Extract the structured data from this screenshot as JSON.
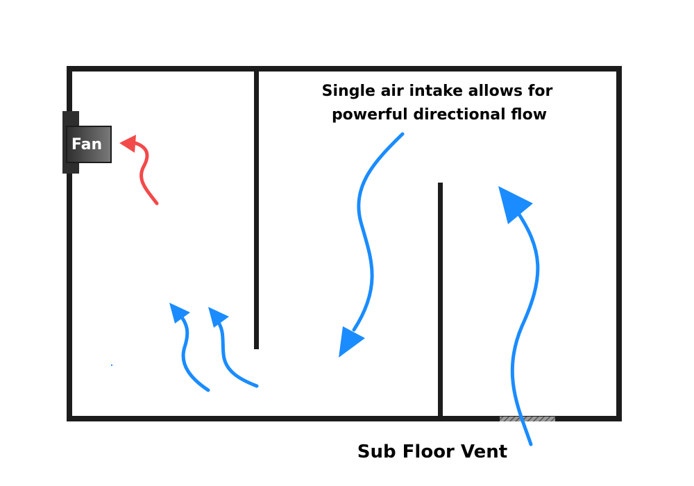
{
  "diagram": {
    "fan_label": "Fan",
    "note_lines": [
      "Single air intake allows for",
      "powerful directional flow"
    ],
    "vent_label": "Sub Floor Vent",
    "colors": {
      "wall": "#1c1c1c",
      "fan_dark": "#2e2e2e",
      "fan_light": "#7a7a7a",
      "intake_flow": "#1a8cff",
      "exhaust_flow": "#f24a4a",
      "vent_hatch": "#6b6b6b"
    }
  }
}
